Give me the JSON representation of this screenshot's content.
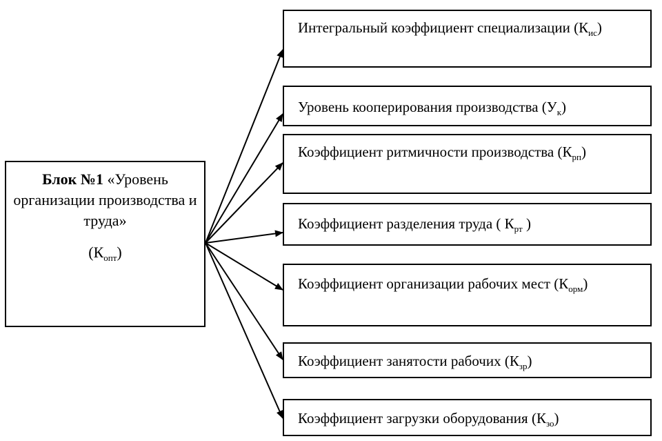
{
  "block": {
    "title_bold": "Блок №1",
    "title_rest": " «Уровень организации производства и труда»",
    "symbol_open": "(К",
    "symbol_sub": "опт",
    "symbol_close": ")"
  },
  "items": [
    {
      "text": "Интегральный коэффициент специализации (К",
      "sub": "ис",
      "close": ")"
    },
    {
      "text": "Уровень кооперирования производства (У",
      "sub": "к",
      "close": ")"
    },
    {
      "text": "Коэффициент ритмичности производства (К",
      "sub": "рп",
      "close": ")"
    },
    {
      "text": "Коэффициент разделения труда ( К",
      "sub": "рт",
      "close": " )"
    },
    {
      "text": "Коэффициент организации рабочих мест (К",
      "sub": "орм",
      "close": ")"
    },
    {
      "text": "Коэффициент занятости рабочих (К",
      "sub": "зр",
      "close": ")"
    },
    {
      "text": "Коэффициент загрузки оборудования (К",
      "sub": "зо",
      "close": ")"
    }
  ]
}
